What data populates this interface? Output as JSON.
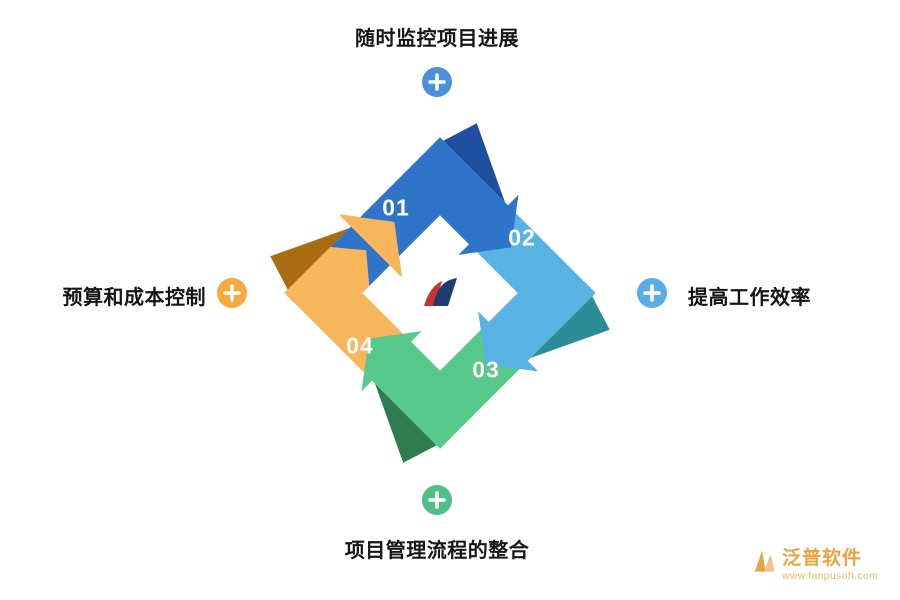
{
  "diagram": {
    "steps": [
      {
        "number": "01",
        "band_color": "#2E74C8",
        "fold_color": "#1D4F9E"
      },
      {
        "number": "02",
        "band_color": "#58B2E4",
        "fold_color": "#2C8C93"
      },
      {
        "number": "03",
        "band_color": "#57C98A",
        "fold_color": "#2E7C4F"
      },
      {
        "number": "04",
        "band_color": "#F9B55C",
        "fold_color": "#AA6C10"
      }
    ],
    "labels": [
      {
        "position": "top",
        "text": "随时监控项目进展",
        "plus_color": "#4A90D8"
      },
      {
        "position": "right",
        "text": "提高工作效率",
        "plus_color": "#58ACE8"
      },
      {
        "position": "bottom",
        "text": "项目管理流程的整合",
        "plus_color": "#4EC085"
      },
      {
        "position": "left",
        "text": "预算和成本控制",
        "plus_color": "#F6A93F"
      }
    ],
    "center_logo": "fanpu-logo",
    "logo_colors": {
      "navy": "#1E3C6E",
      "red": "#C53434"
    }
  },
  "watermark": {
    "brand": "泛普软件",
    "url": "www.fanpusoft.com",
    "brand_color": "#E9A43F",
    "url_color": "#EDBA6E",
    "glyph_light": "#F2C289"
  }
}
